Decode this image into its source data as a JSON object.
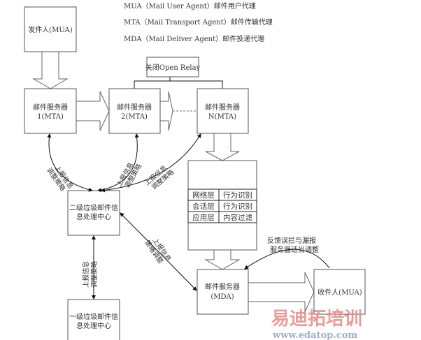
{
  "legend": [
    "MUA（Mail User Agent）邮件用户代理",
    "MTA（Mail Transport Agent）邮件传输代理",
    "MDA（Mail Deliver Agent）邮件投递代理"
  ],
  "nodes": {
    "sender": "发件人(MUA)",
    "mta1": [
      "邮件服务器",
      "1(MTA)"
    ],
    "mta2": [
      "邮件服务器",
      "2(MTA)"
    ],
    "mtan": [
      "邮件服务器",
      "N(MTA)"
    ],
    "open_relay": "关闭Open Relay",
    "secondary_center": [
      "二级垃圾邮件信",
      "息处理中心"
    ],
    "primary_center": [
      "一级垃圾邮件信",
      "息处理中心"
    ],
    "mda": [
      "邮件服务器",
      "(MDA)"
    ],
    "recipient": "收件人(MUA)"
  },
  "filter_table": [
    [
      "网络层",
      "行为识别"
    ],
    [
      "会话层",
      "行为识别"
    ],
    [
      "应用层",
      "内容过滤"
    ]
  ],
  "edge_labels": {
    "report_adjust": [
      "上报信息",
      "调整策略"
    ],
    "report_strategy": [
      "上报信息",
      "策略调整"
    ],
    "feedback": [
      "反馈误拦与漏报",
      "服务器适当调整"
    ]
  },
  "watermark": {
    "cn": "易迪拓培训",
    "url": "www.edatop.com"
  }
}
